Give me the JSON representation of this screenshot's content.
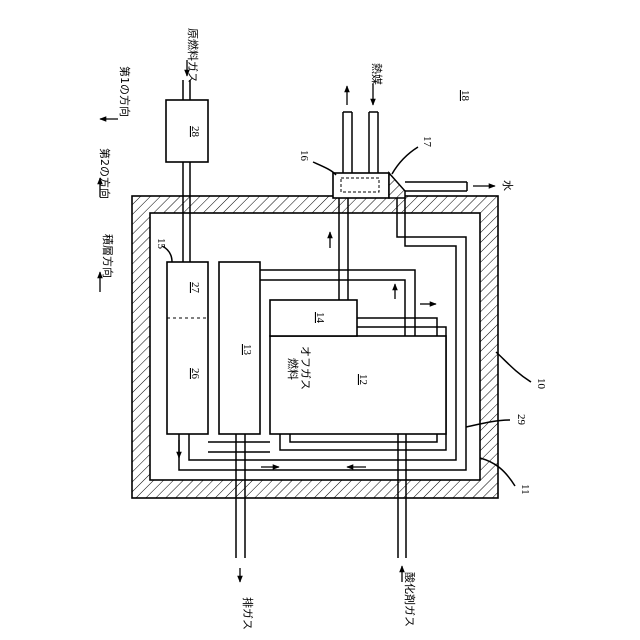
{
  "texts": {
    "raw_fuel_gas": "原燃料ガス",
    "direction_1": "第1の方向",
    "direction_2": "第2の方向",
    "stacking_direction": "積層方向",
    "heat_medium": "熱媒",
    "water": "水",
    "fuel_off_gas_1": "燃料",
    "fuel_off_gas_2": "オフガス",
    "exhaust_gas": "排ガス",
    "oxidant_gas": "酸化剤ガス"
  },
  "refs": {
    "r10": "10",
    "r11": "11",
    "r12": "12",
    "r13": "13",
    "r14": "14",
    "r15": "15",
    "r16": "16",
    "r17": "17",
    "r18": "18",
    "r26": "26",
    "r27": "27",
    "r28": "28",
    "r29": "29"
  }
}
